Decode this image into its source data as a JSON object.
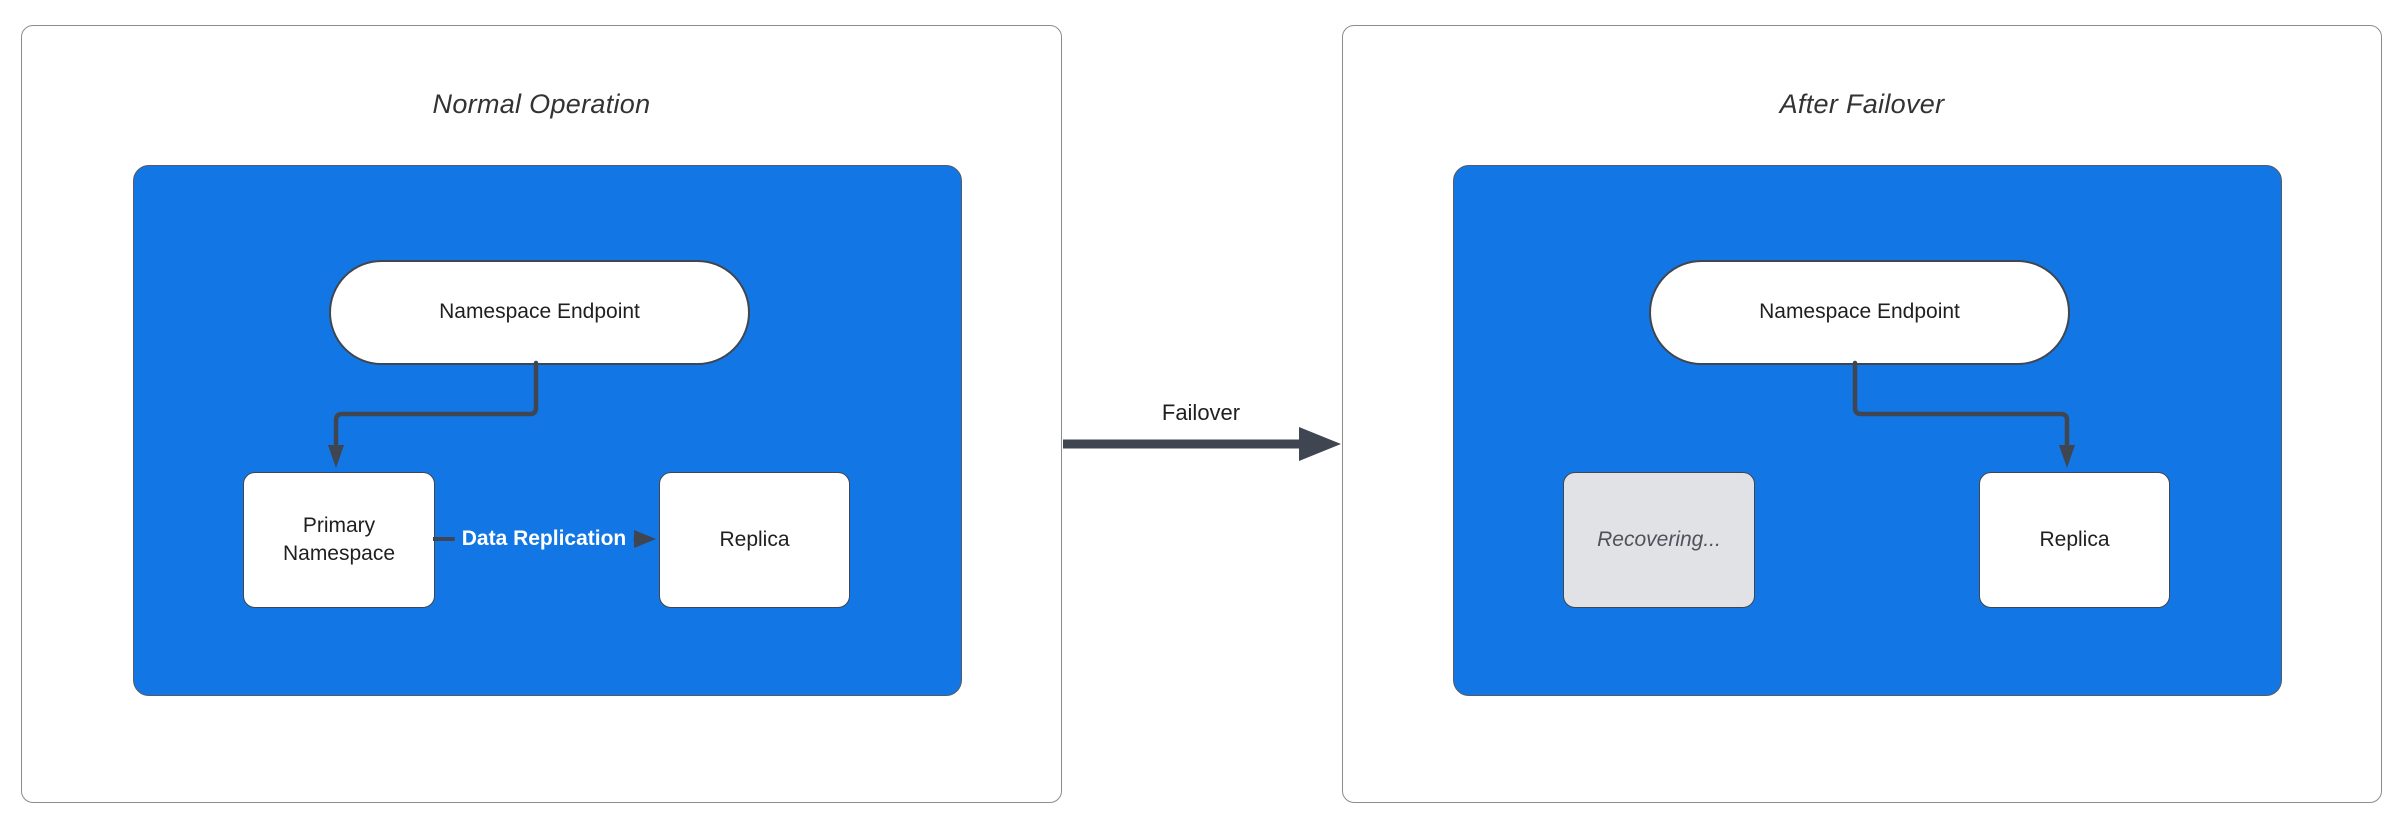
{
  "panels": [
    {
      "title": "Normal Operation",
      "endpoint_label": "Namespace Endpoint",
      "primary_label": "Primary Namespace",
      "replica_label": "Replica",
      "edge_label": "Data Replication"
    },
    {
      "title": "After Failover",
      "endpoint_label": "Namespace Endpoint",
      "recovering_label": "Recovering...",
      "replica_label": "Replica"
    }
  ],
  "transition": {
    "label": "Failover"
  },
  "colors": {
    "container_blue": "#1277e5",
    "arrow_dark": "#3f4551",
    "node_border": "#40464f",
    "panel_border": "#8c8c8c",
    "node_fill": "#ffffff",
    "recovering_fill": "#e1e2e5",
    "recovering_text": "#4d525b",
    "edge_label_text": "#ffffff",
    "title_text": "#333333"
  }
}
